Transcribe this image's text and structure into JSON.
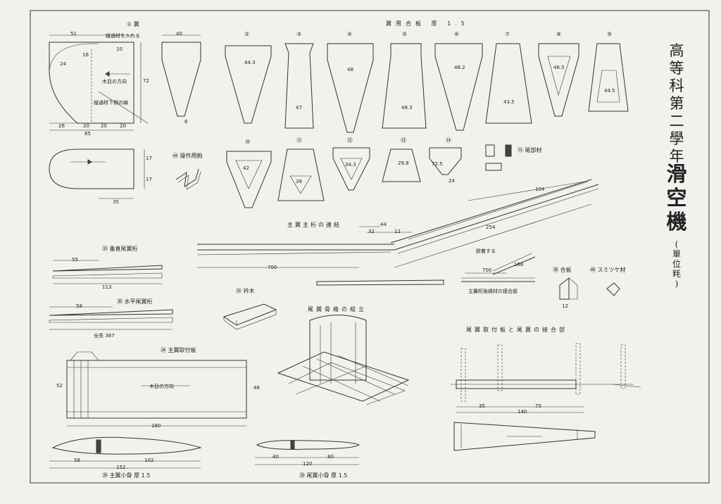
{
  "title": {
    "course": [
      "高",
      "等",
      "科",
      "第",
      "二",
      "學",
      "年"
    ],
    "name": [
      "滑",
      "空",
      "機"
    ],
    "unit": [
      "(",
      "單",
      "位",
      "粍",
      ")"
    ]
  },
  "header": {
    "material_note": "翼用合板 厚 1.5"
  },
  "parts": {
    "p1": "① 翼",
    "p1_note1": "縦通材を入れる",
    "p1_note2": "木目の方向",
    "p1_note3": "縦通材下側の線",
    "p44": "㊹ 操作用鉤",
    "p15": "⑮ 尾部材",
    "p33": "㉝ 垂直尾翼桁",
    "p30": "㉚ 水平尾翼桁",
    "p30_note": "全長 387",
    "p25": "㉕ 衿木",
    "p24": "㉔ 主翼取付板",
    "p24_note": "木目の方向",
    "p_assembly": "尾翼骨格の組立",
    "p_mainspar": "主翼主桁の連結",
    "p_joint": "主翼桁後縁材の接合部",
    "p_plywood": "㊴ 合板",
    "p_scarf": "㊵ スミツケ材",
    "p_tail_joint": "尾翼取付板と尾翼の接合部",
    "p28": "㉘ 主翼小骨 厚 1.5",
    "p29": "㉙ 尾翼小骨 厚 1.5",
    "glue_note": "膠着する"
  },
  "circles": [
    "②",
    "③",
    "④",
    "⑤",
    "⑥",
    "⑦",
    "⑧",
    "⑨",
    "⑩",
    "⑪",
    "⑫",
    "⑬",
    "⑭"
  ],
  "dims": {
    "d51": "51",
    "d40": "40",
    "d24": "24",
    "d16": "16",
    "d10": "10",
    "d72": "72",
    "d6": "6",
    "d26": "26",
    "d20a": "20",
    "d20b": "20",
    "d20c": "20",
    "d85": "85",
    "d17a": "17",
    "d17b": "17",
    "d35": "35",
    "d44_3": "44.3",
    "d47": "47",
    "d48": "48",
    "d48_3": "48.3",
    "d48_2": "48.2",
    "d43_5": "43.5",
    "d46_5": "46.5",
    "d44_5": "44.5",
    "d42": "42",
    "d39": "39",
    "d34_3": "34.3",
    "d29_8": "29.8",
    "d72_5": "72.5",
    "d24b": "24",
    "d104": "104",
    "d44": "44",
    "d32": "32",
    "d12": "12",
    "d254": "254",
    "d700": "700",
    "d700b": "700",
    "d188": "188",
    "d55": "55",
    "d113": "113",
    "d58": "58",
    "d180": "180",
    "d52": "52",
    "d46": "46",
    "d58b": "58",
    "d102": "102",
    "d152": "152",
    "d40b": "40",
    "d80": "80",
    "d120": "120",
    "d35b": "35",
    "d75": "75",
    "d140": "140",
    "d12b": "12"
  }
}
